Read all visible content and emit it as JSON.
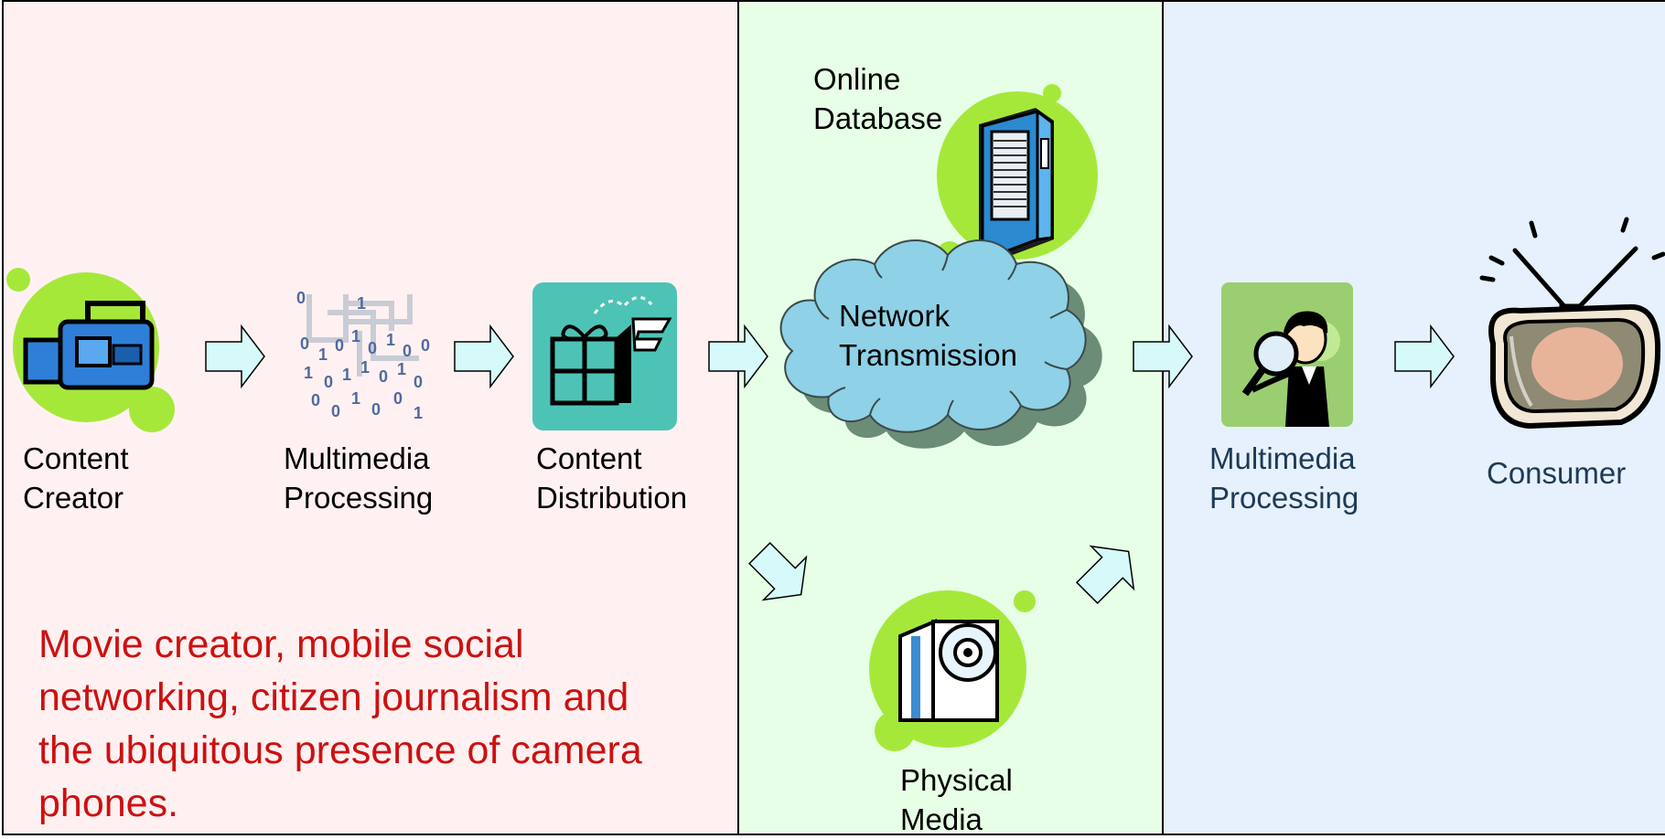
{
  "nodes": {
    "content_creator": [
      "Content",
      "Creator"
    ],
    "multimedia_processing_1": [
      "Multimedia",
      "Processing"
    ],
    "content_distribution": [
      "Content",
      "Distribution"
    ],
    "online_database": [
      "Online",
      "Database"
    ],
    "network_transmission": [
      "Network",
      "Transmission"
    ],
    "physical_media": [
      "Physical",
      "Media"
    ],
    "multimedia_processing_2": [
      "Multimedia",
      "Processing"
    ],
    "consumer": "Consumer"
  },
  "note": "Movie creator, mobile social networking, citizen journalism and the ubiquitous presence of camera phones.",
  "colors": {
    "panel_left": "#fff1f1",
    "panel_middle": "#e6ffe6",
    "panel_right": "#e6f1fd",
    "arrow_fill": "#d6fafa",
    "blob_green": "#a6e83a",
    "cloud": "#8fd1e6",
    "note_text": "#cc1111"
  },
  "icons": [
    "video-camera-icon",
    "binary-data-icon",
    "gift-delivery-icon",
    "server-icon",
    "cloud-icon",
    "cd-media-icon",
    "magnifier-person-icon",
    "television-icon"
  ]
}
